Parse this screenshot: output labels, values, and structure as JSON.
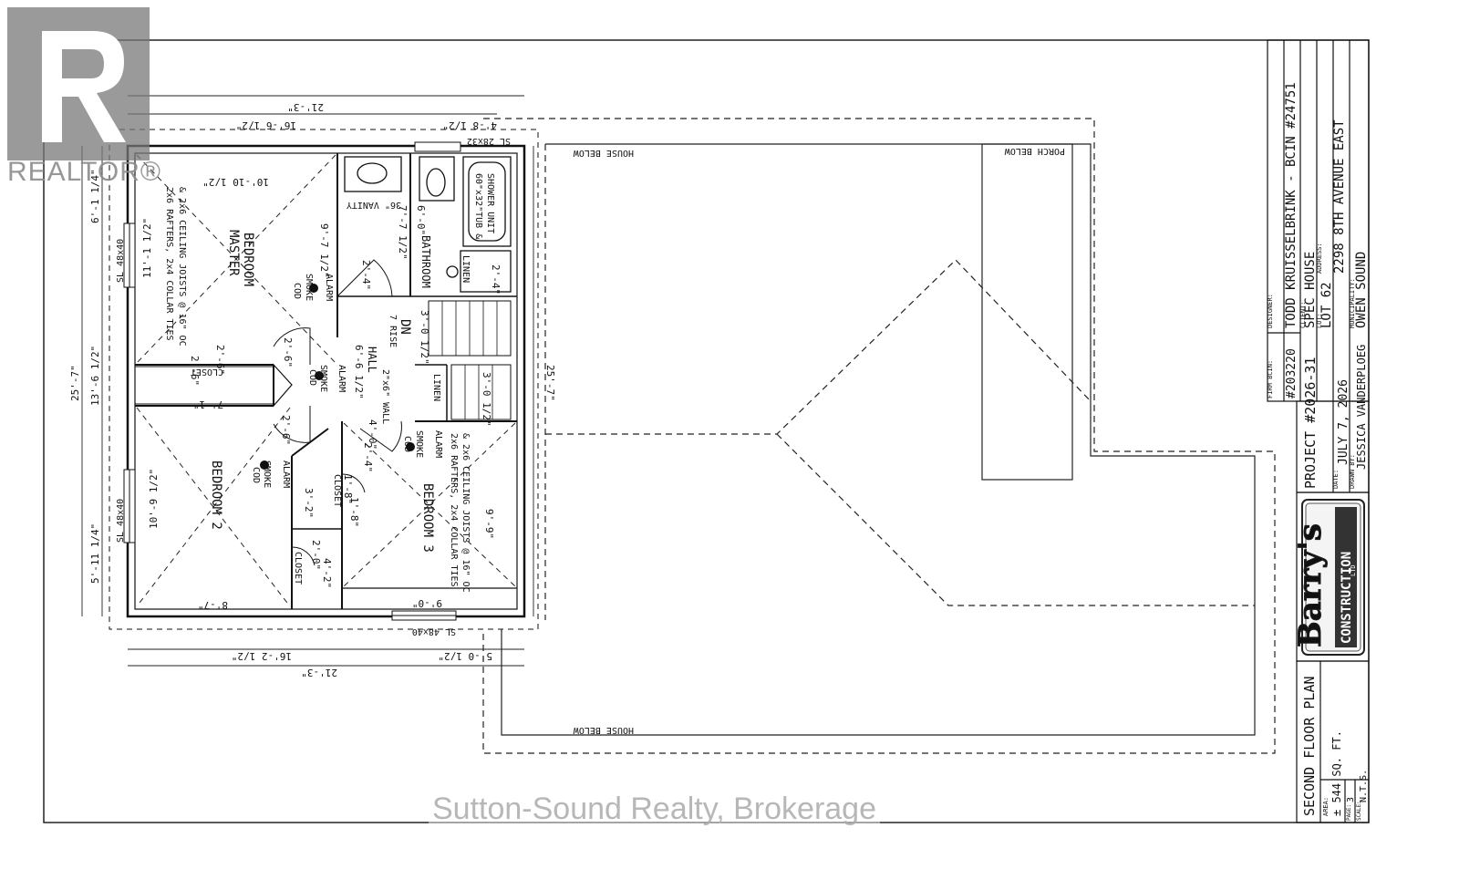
{
  "watermark": {
    "realtor": "REALTOR®",
    "brokerage": "Sutton-Sound Realty, Brokerage"
  },
  "rooms": {
    "master": [
      "MASTER",
      "BEDROOM"
    ],
    "bedroom2": "BEDROOM 2",
    "bedroom3": "BEDROOM 3",
    "bathroom": "BATHROOM",
    "hall": "HALL",
    "closet": "CLOSET",
    "linen": "LINEN"
  },
  "notes": {
    "rafters_a": "2x6 RAFTERS, 2x4 COLLAR TIES",
    "rafters_b": "& 2x6 CEILING JOISTS @ 16\" OC",
    "smoke": [
      "COD",
      "SMOKE",
      "ALARM"
    ],
    "vanity": "36\" VANITY",
    "tub": [
      "60\"x32\"TUB &",
      "SHOWER UNIT"
    ],
    "wall": "2\"x6\" WALL",
    "dn": "DN",
    "rise": "7 RISE",
    "house_below": "HOUSE BELOW",
    "porch_below": "PORCH BELOW",
    "sl_top": "SL 28x32",
    "sl_48": "SL 48x40",
    "sl_bottom": "SL 48x40"
  },
  "dims": {
    "top_overall": "21'-3\"",
    "top_a": "16'-6 1/2\"",
    "top_b": "4'-8 1/2\"",
    "bottom_a": "16'-2 1/2\"",
    "bottom_b": "5'-0 1/2\"",
    "bottom_overall": "21'-3\"",
    "left_overall": "25'-7\"",
    "left_a": "6'-1 1/4\"",
    "left_b": "13'-6 1/2\"",
    "left_c": "5'-11 1/4\"",
    "right_overall": "25'-7\"",
    "master_w": "10'-10 1/2\"",
    "master_h": "11'-1 1/2\"",
    "master_d": "9'-7 1/2\"",
    "bath_h": "7'-7 1/2\"",
    "bath_w": "6'-0\"",
    "linen_w": "2'-4\"",
    "door_a": "2'-4\"",
    "door_b": "2'-6\"",
    "stair_a": "3'-0 1/2\"",
    "stair_b": "3'-0 1/2\"",
    "hall_w": "6'-6 1/2\"",
    "hall_b": "4'-0\"",
    "closet_w": "7'-1\"",
    "closet_c": "2'-6\"",
    "closet_d": "2'-6\"",
    "bed2_h": "10'-9 1/2\"",
    "bed2_w": "8'-7\"",
    "bed3_h": "9'-9\"",
    "bed3_w": "9'-0\"",
    "cl_a": "3'-2\"",
    "cl_b": "2'-0\"",
    "cl_c": "4'-2\"",
    "cl_d": "1'-8\"",
    "cl_e": "1'-8\"",
    "door_c": "2'-6\"",
    "door_d": "2'-4\""
  },
  "title_block": {
    "designer_label": "DESIGNER:",
    "designer": "TODD KRUISSELBRINK - BCIN #24751",
    "firm_label": "FIRM BCIN:",
    "firm": "#203220",
    "client_label": "CLIENT:",
    "client": "SPEC HOUSE",
    "lot_label": "LOT:",
    "lot": "LOT 62",
    "address_label": "ADDRESS:",
    "address": "2298 8TH AVENUE EAST",
    "municipality_label": "MUNICIPALITY:",
    "municipality": "OWEN SOUND",
    "project": "PROJECT #2026-31",
    "date_label": "DATE:",
    "date": "JULY 7, 2026",
    "drawn_label": "DRAWN BY:",
    "drawn": "JESSICA VANDERPLOEG",
    "logo_top": "Barry's",
    "logo_bottom": "CONSTRUCTION",
    "logo_ltd": "LTD",
    "sheet_title": "SECOND FLOOR PLAN",
    "area_label": "AREA:",
    "area": "± 544 SQ. FT.",
    "scale_label": "SCALE:",
    "scale": "N.T.S.",
    "page_label": "PAGE:",
    "page": "3"
  }
}
